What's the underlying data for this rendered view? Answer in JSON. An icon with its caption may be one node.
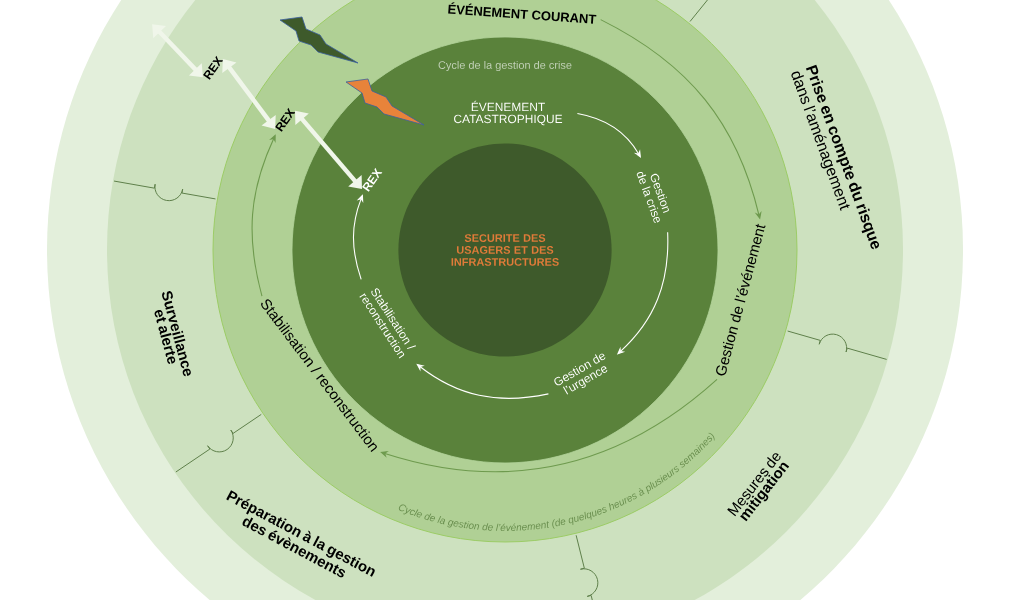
{
  "diagram": {
    "nodes": [
      {
        "text": [
          "SECURITE DES USAGERS ET DES INFRASTRUCTURES"
        ]
      },
      {
        "text": [
          "ÉVENEMENT CATASTROPHIQUE"
        ]
      },
      {
        "text": [
          "Gestion de la crise"
        ]
      },
      {
        "text": [
          "Gestion de l’urgence"
        ]
      },
      {
        "text": [
          "Stabilisation / reconstruction"
        ]
      },
      {
        "text": [
          "REX"
        ]
      },
      {
        "text": [
          "ÉVÉNEMENT COURANT"
        ]
      },
      {
        "text": [
          "Gestion de l’événement"
        ]
      },
      {
        "text": [
          "Stabilisation / reconstruction"
        ]
      },
      {
        "text": [
          "REX"
        ]
      },
      {
        "text": [
          "REX"
        ]
      }
    ],
    "edges": [
      {
        "from": 1,
        "to": 2,
        "arrow": "to"
      },
      {
        "from": 2,
        "to": 3,
        "arrow": "to"
      },
      {
        "from": 3,
        "to": 4,
        "arrow": "to"
      },
      {
        "from": 4,
        "to": 5,
        "arrow": "to"
      },
      {
        "from": 6,
        "to": 7,
        "arrow": "to",
        "color": "#6e9a4e"
      },
      {
        "from": 7,
        "to": 8,
        "arrow": "to",
        "color": "#6e9a4e"
      },
      {
        "from": 8,
        "to": 9,
        "arrow": "to",
        "color": "#6e9a4e"
      },
      {
        "from": 10,
        "to": null,
        "arrow": "both",
        "style": "thick",
        "color": "#f0f6ea"
      },
      {
        "from": 9,
        "to": 10,
        "arrow": "both",
        "style": "thick",
        "color": "#f0f6ea"
      },
      {
        "from": 5,
        "to": 9,
        "arrow": "both",
        "style": "thick",
        "color": "#f0f6ea"
      }
    ],
    "labels": [
      "Cycle de la gestion de crise",
      "**Prise en compte du risque** dans l’aménagement",
      "Surveillance et alerte",
      "Cycle de la gestion de l’événement (de quelques heures à plusieurs semaines)",
      "Mesures de **mitigation**",
      "Préparation à la gestion des évènements"
    ]
  }
}
